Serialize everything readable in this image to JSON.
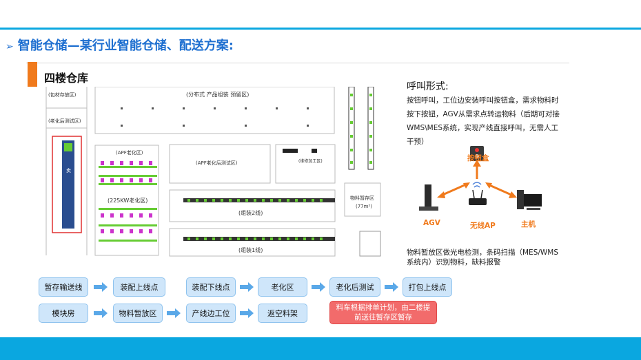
{
  "slide": {
    "title": "智能仓储—某行业智能仓储、配送方案:",
    "section": "四楼仓库"
  },
  "plan": {
    "zone_material": "(包材存放区)",
    "zone_aging_test_left": "(老化后测试区)",
    "zone_distributed": "(分布式 产品组装 预留区)",
    "zone_apf_aging": "(APF老化区)",
    "zone_225kw": "(225KW老化区)",
    "zone_apf_test": "(APF老化后测试区)",
    "zone_rework": "(维修加工区)",
    "zone_material_temp": "物料暂存区",
    "zone_area": "(77m²)",
    "line2": "(组装2线)",
    "line1": "(组装1线)"
  },
  "call": {
    "title": "呼叫形式:",
    "text": "按钮呼叫，工位边安装呼叫按钮盒，需求物料时按下按钮，AGV从需求点转运物料（后期可对接WMS\\MES系统，实现产线直接呼叫，无需人工干预）",
    "note": "物料暂放区做光电检测，条码扫描（MES/WMS系统内）识别物料，缺料报警"
  },
  "devices": {
    "button_box": "按钮盒",
    "agv": "AGV",
    "ap": "无线AP",
    "host": "主机"
  },
  "flow": {
    "row1": [
      "暂存输送线",
      "装配上线点",
      "装配下线点",
      "老化区",
      "老化后测试",
      "打包上线点"
    ],
    "row2": [
      "模块房",
      "物料暂放区",
      "产线边工位",
      "返空料架"
    ],
    "red_line1": "料车根据排单计划，由二楼提",
    "red_line2": "前送往暂存区暂存"
  },
  "colors": {
    "accent_blue": "#0aa7e0",
    "title_blue": "#1e6fd0",
    "orange": "#f07a1c",
    "flow_box": "#cfe6fa",
    "alert_red": "#f26b6b"
  }
}
